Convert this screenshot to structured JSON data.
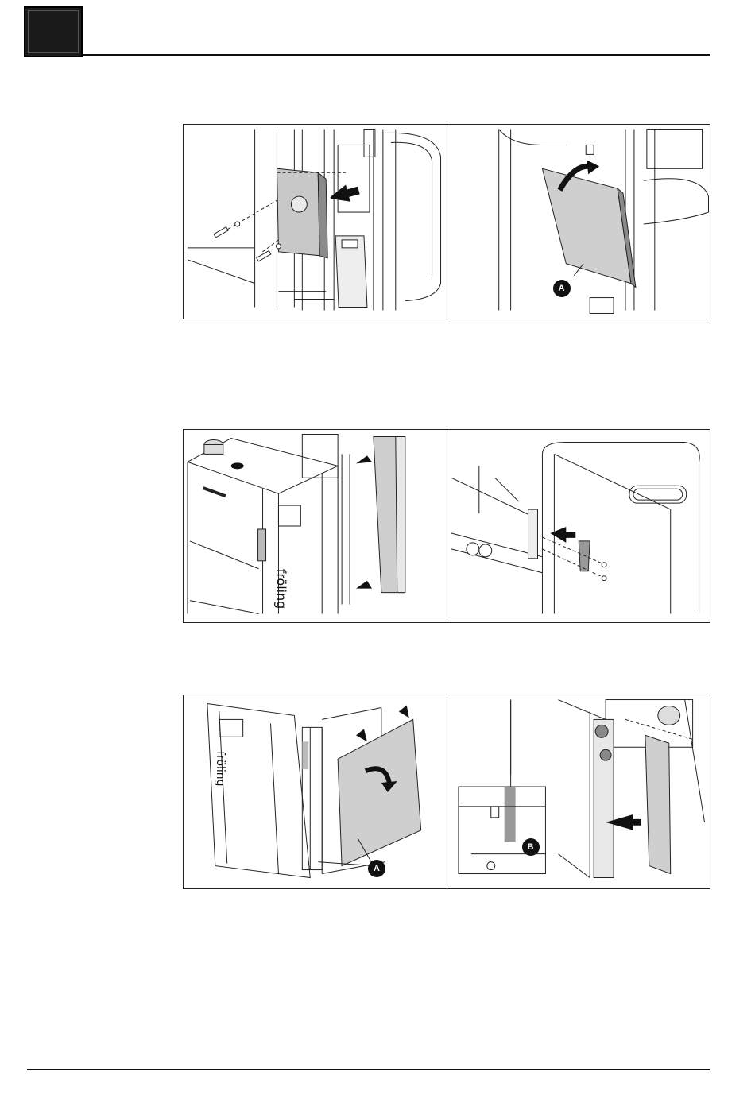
{
  "figures": [
    {
      "id": "fig1",
      "panels": [
        {
          "callouts": []
        },
        {
          "callouts": [
            "A"
          ]
        }
      ]
    },
    {
      "id": "fig2",
      "panels": [
        {
          "callouts": []
        },
        {
          "callouts": []
        }
      ]
    },
    {
      "id": "fig3",
      "panels": [
        {
          "callouts": [
            "A"
          ]
        },
        {
          "callouts": [
            "B"
          ]
        }
      ]
    }
  ],
  "brand_text": "fröling",
  "colors": {
    "ink": "#111111",
    "panel_fill": "#d2d2d2",
    "dark_fill": "#8a8a8a"
  }
}
